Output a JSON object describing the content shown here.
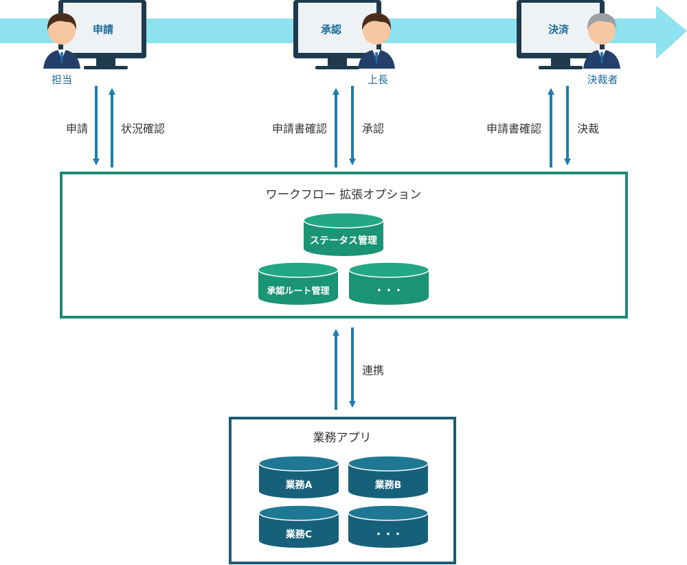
{
  "colors": {
    "flow_band": "#8ee1ef",
    "arrow": "#1b7fad",
    "role_text": "#1b6a99",
    "workflow_border": "#1f8a70",
    "workflow_db": "#1b9375",
    "workflow_db_top": "#22a884",
    "apps_border": "#1d5c74",
    "apps_db": "#16607a",
    "apps_db_top": "#1f7893"
  },
  "stages": [
    {
      "screen": "申請",
      "role": "担当"
    },
    {
      "screen": "承認",
      "role": "上長"
    },
    {
      "screen": "決済",
      "role": "決裁者"
    }
  ],
  "arrow_labels": {
    "shinsei": "申請",
    "status": "状況確認",
    "check1": "申請書確認",
    "approve": "承認",
    "check2": "申請書確認",
    "decide": "決裁",
    "link": "連携"
  },
  "workflow": {
    "title": "ワークフロー 拡張オプション",
    "db_status": "ステータス管理",
    "db_route": "承認ルート管理",
    "db_more": "・・・"
  },
  "apps": {
    "title": "業務アプリ",
    "db_a": "業務A",
    "db_b": "業務B",
    "db_c": "業務C",
    "db_more": "・・・"
  }
}
